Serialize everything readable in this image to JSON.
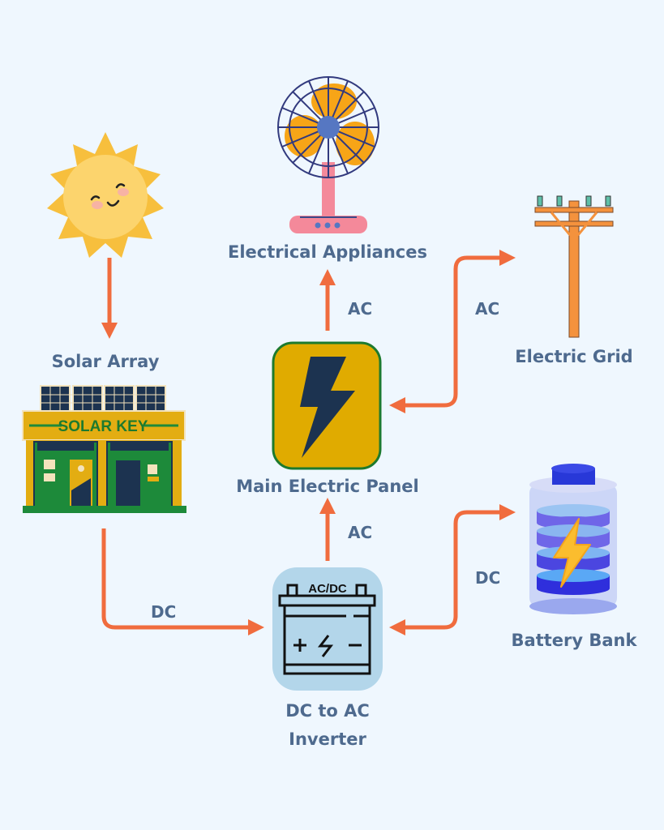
{
  "diagram": {
    "nodes": {
      "sun": {
        "label": ""
      },
      "solar_array": {
        "label": "Solar Array",
        "sign_text": "SOLAR KEY"
      },
      "appliances": {
        "label": "Electrical Appliances"
      },
      "main_panel": {
        "label": "Main Electric Panel"
      },
      "electric_grid": {
        "label": "Electric Grid"
      },
      "inverter": {
        "label_line1": "DC to AC",
        "label_line2": "Inverter",
        "icon_text": "AC/DC"
      },
      "battery_bank": {
        "label": "Battery Bank"
      }
    },
    "edges": [
      {
        "from": "sun",
        "to": "solar_array",
        "label": ""
      },
      {
        "from": "solar_array",
        "to": "inverter",
        "label": "DC"
      },
      {
        "from": "inverter",
        "to": "main_panel",
        "label": "AC"
      },
      {
        "from": "main_panel",
        "to": "appliances",
        "label": "AC"
      },
      {
        "from": "main_panel",
        "to": "electric_grid",
        "label": "AC",
        "bidirectional": true
      },
      {
        "from": "inverter",
        "to": "battery_bank",
        "label": "DC",
        "bidirectional": true
      }
    ],
    "colors": {
      "background": "#eff7fe",
      "arrow": "#f06c3e",
      "text": "#4e6a8e",
      "panel_fill": "#e0ab00",
      "panel_border": "#1d7a2e",
      "inverter_fill": "#b3d6ea"
    }
  }
}
